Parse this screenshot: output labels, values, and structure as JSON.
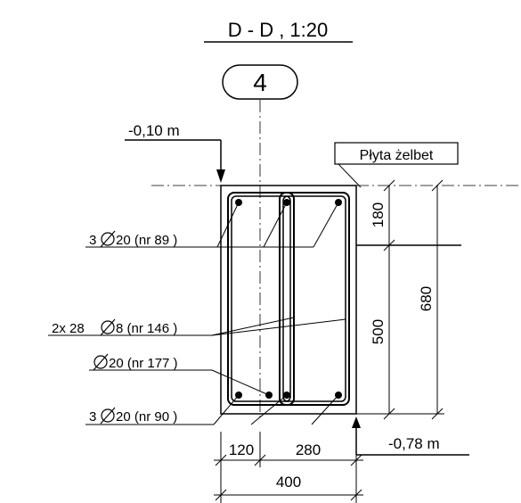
{
  "section_title": "D - D , 1:20",
  "axis_marker": "4",
  "slab_label": "Płyta żelbet",
  "levels": {
    "top": "-0,10 m",
    "bottom": "-0,78 m"
  },
  "rebar_callouts": {
    "top_bars": {
      "prefix": "3",
      "suffix": "20 (nr 89 )"
    },
    "stirrups": {
      "prefix": "2x 28",
      "suffix": "8 (nr 146 )"
    },
    "middle_bar": {
      "prefix": "",
      "suffix": "20 (nr 177 )"
    },
    "bottom_bars": {
      "prefix": "3",
      "suffix": "20 (nr 90 )"
    }
  },
  "dimensions": {
    "slab_thickness": "180",
    "web_height": "500",
    "total_height": "680",
    "left_part": "120",
    "right_part": "280",
    "total_width": "400"
  }
}
